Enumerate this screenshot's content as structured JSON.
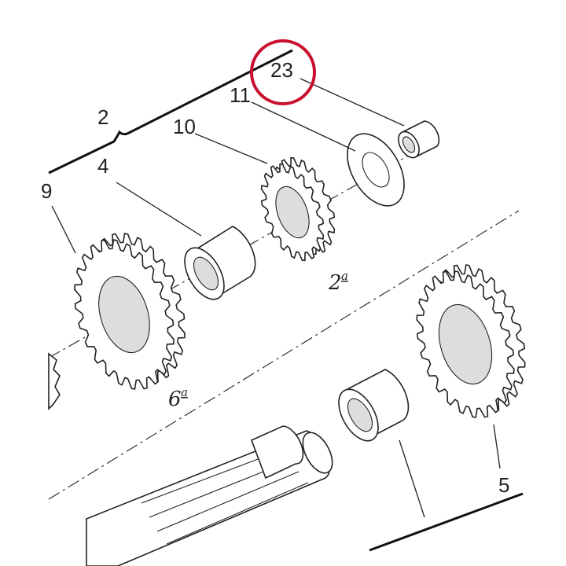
{
  "callouts": {
    "c23": "23",
    "c11": "11",
    "c10": "10",
    "c2": "2",
    "c4": "4",
    "c9": "9",
    "c5": "5"
  },
  "gear_labels": {
    "second": {
      "num": "2",
      "sup": "a"
    },
    "sixth": {
      "num": "6",
      "sup": "a"
    }
  },
  "highlight": {
    "target": "23",
    "color": "#c8102e"
  }
}
